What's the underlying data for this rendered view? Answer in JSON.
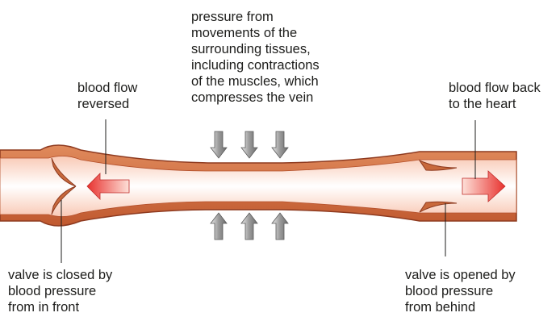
{
  "labels": {
    "pressure": "pressure from\nmovements of the\nsurrounding tissues,\nincluding contractions\nof the muscles, which\ncompresses the vein",
    "reversed": "blood flow\nreversed",
    "back_to_heart": "blood flow back\nto the heart",
    "valve_closed": "valve is closed by\nblood pressure\nfrom in front",
    "valve_opened": "valve is opened by\nblood pressure\nfrom behind"
  },
  "colors": {
    "vein_wall": "#c8693c",
    "vein_outline": "#8e3a1f",
    "lumen": "#fde3d8",
    "lumen_center": "#ffffff",
    "red_arrow": "#e8322f",
    "grey_arrow": "#9a9a9a",
    "text": "#1d1d1b"
  },
  "icons": {
    "red_arrow": "arrow-red-gradient",
    "grey_arrow": "arrow-grey-gradient"
  }
}
